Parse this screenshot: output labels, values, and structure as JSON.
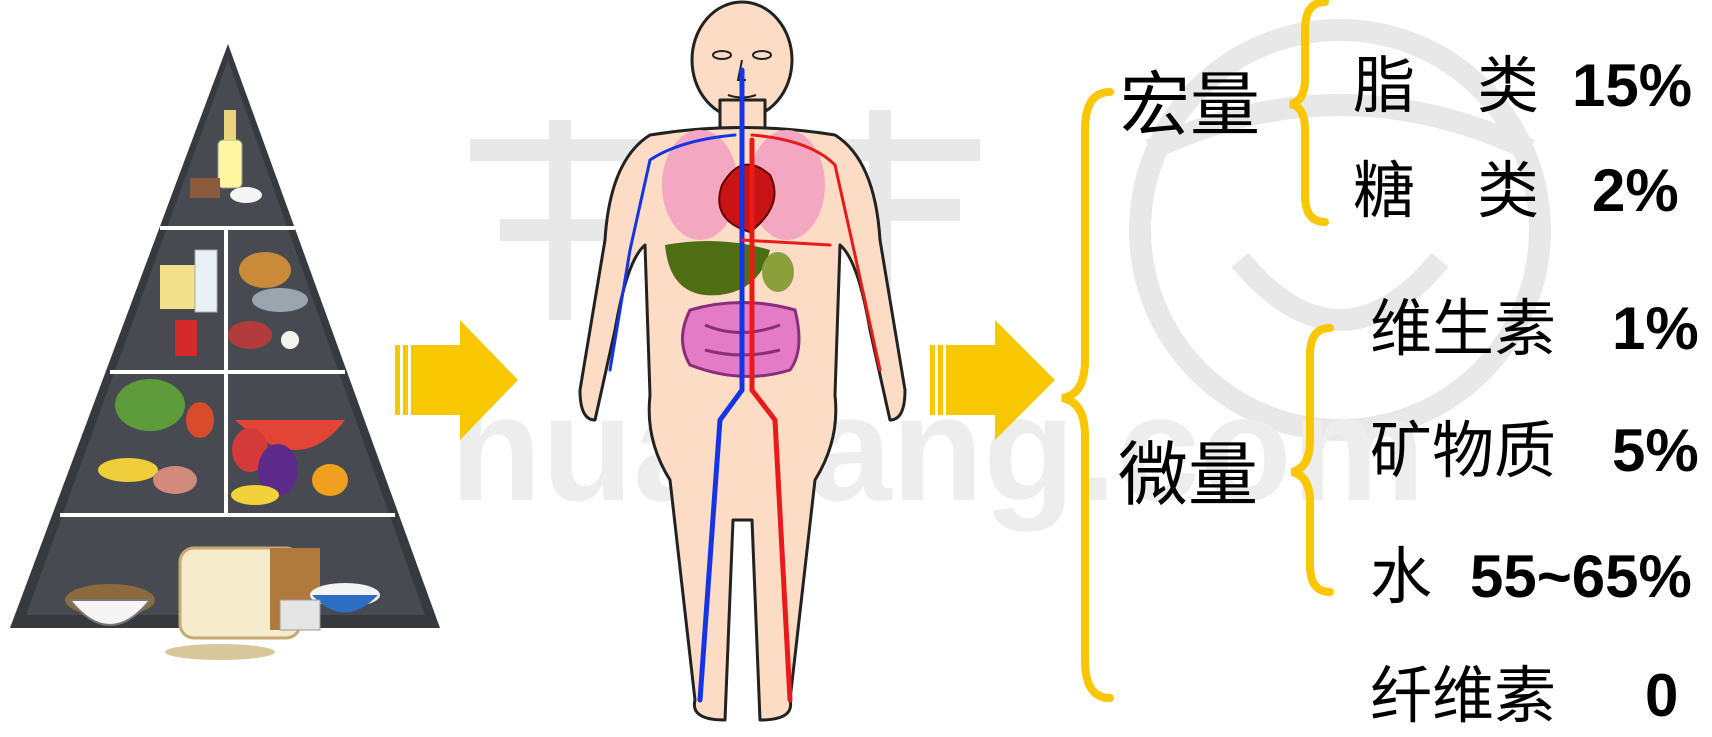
{
  "colors": {
    "arrow": "#F8C700",
    "brace": "#F8C700",
    "vein": "#1434E6",
    "artery": "#E81A1A",
    "skin": "#FCDCC4",
    "pyramid": "#3A3F45",
    "watermark": "#E6E6E6"
  },
  "macro": {
    "label": "宏量",
    "items": [
      {
        "name": "脂　类",
        "value": "15%"
      },
      {
        "name": "糖　类",
        "value": "2%"
      }
    ]
  },
  "micro": {
    "label": "微量",
    "items": [
      {
        "name": "维生素",
        "value": "1%"
      },
      {
        "name": "矿物质",
        "value": "5%"
      },
      {
        "name": "水",
        "value": "55~65%"
      }
    ]
  },
  "fiber": {
    "name": "纤维素",
    "value": "0"
  },
  "icons": [
    "food-pyramid-illustration",
    "human-anatomy-illustration",
    "arrow-right-icon",
    "brace-icon"
  ]
}
